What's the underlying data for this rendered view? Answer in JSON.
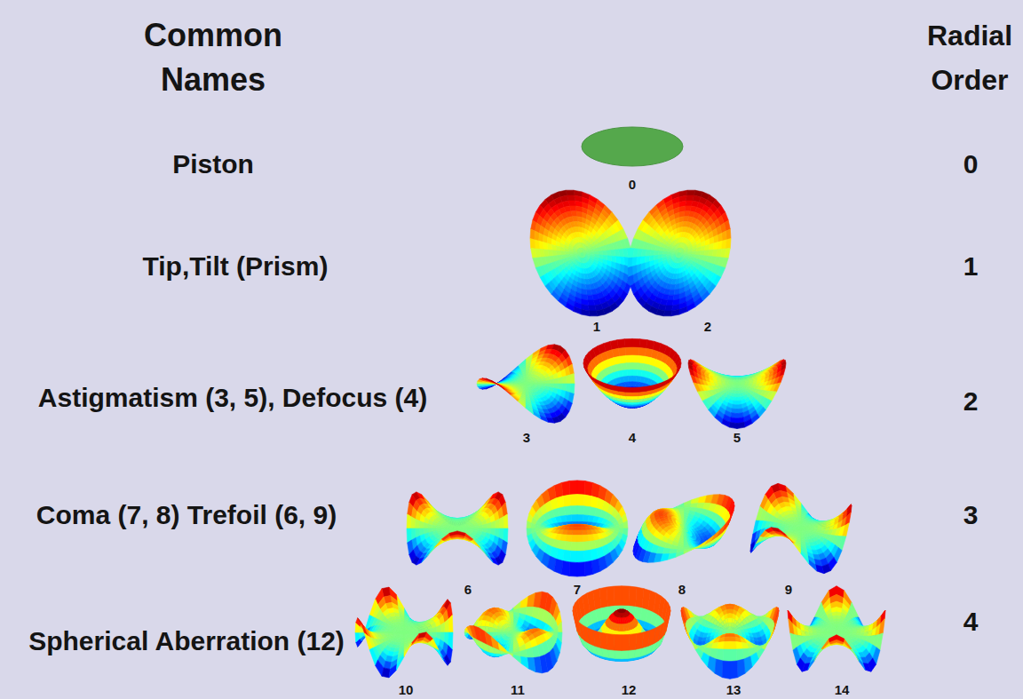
{
  "diagram": {
    "labels": [
      "Common Names",
      "Radial Order",
      "Piston",
      "0",
      "0",
      "Tip,Tilt (Prism)",
      "1",
      "2",
      "1",
      "Astigmatism (3, 5), Defocus (4)",
      "3",
      "4",
      "5",
      "2",
      "Coma (7, 8) Trefoil (6, 9)",
      "6",
      "7",
      "8",
      "9",
      "3",
      "Spherical Aberration (12)",
      "10",
      "11",
      "12",
      "13",
      "14",
      "4"
    ]
  }
}
